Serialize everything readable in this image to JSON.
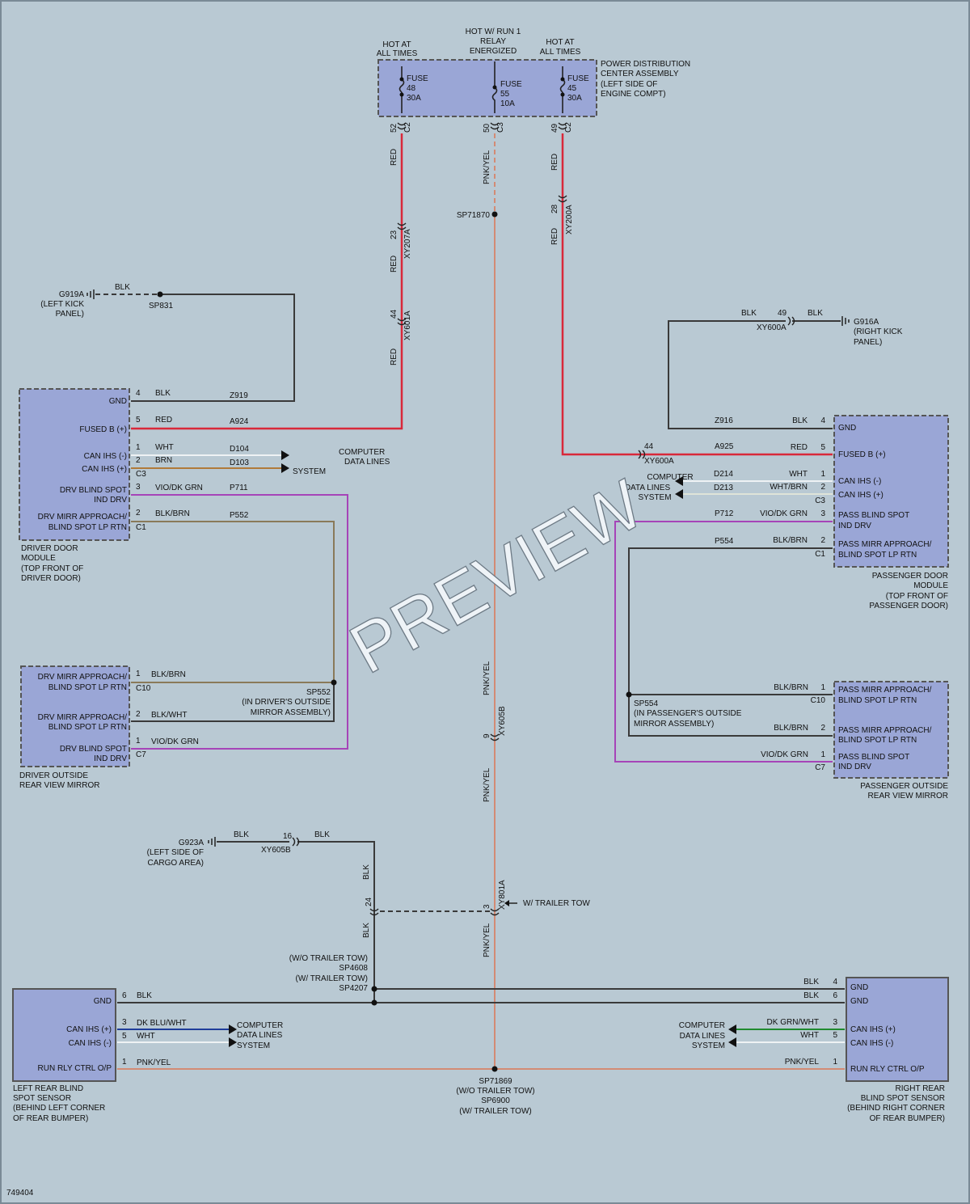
{
  "diagram": {
    "figure_id": "749404",
    "watermark": "PREVIEW",
    "pdc": {
      "label": [
        "POWER DISTRIBUTION",
        "CENTER ASSEMBLY",
        "(LEFT SIDE OF",
        "ENGINE COMPT)"
      ],
      "header_left": [
        "HOT AT",
        "ALL TIMES"
      ],
      "header_center": [
        "HOT W/ RUN 1",
        "RELAY",
        "ENERGIZED"
      ],
      "header_right": [
        "HOT AT",
        "ALL TIMES"
      ],
      "fuse_left": [
        "FUSE",
        "48",
        "30A"
      ],
      "fuse_center": [
        "FUSE",
        "55",
        "10A"
      ],
      "fuse_right": [
        "FUSE",
        "45",
        "30A"
      ],
      "pin_left": "52",
      "conn_left": "C2",
      "pin_center": "50",
      "conn_center": "C3",
      "pin_right": "49",
      "conn_right": "C2"
    },
    "vertical_wires": {
      "left_red_1": "RED",
      "left_red_2": "RED",
      "left_red_3": "RED",
      "xy207a_pin": "23",
      "xy207a": "XY207A",
      "xy601a_pin": "44",
      "xy601a": "XY601A",
      "center_pnk_1": "PNK/YEL",
      "center_pnk_2": "PNK/YEL",
      "center_pnk_3": "PNK/YEL",
      "center_pnk_4": "PNK/YEL",
      "sp71870": "SP71870",
      "right_red_1": "RED",
      "right_red_2": "RED",
      "xy200a_pin": "28",
      "xy200a": "XY200A",
      "xy605b_pin": "9",
      "xy605b": "XY605B",
      "xy801a_pin": "3",
      "xy801a": "XY801A",
      "trailer_tow": "W/ TRAILER TOW"
    },
    "g919a": {
      "label": [
        "G919A",
        "(LEFT KICK",
        "PANEL)"
      ],
      "wire": "BLK",
      "splice": "SP831"
    },
    "g916a": {
      "label": [
        "G916A",
        "(RIGHT KICK",
        "PANEL)"
      ],
      "wire_left": "BLK",
      "wire_right": "BLK",
      "pin": "49",
      "conn": "XY600A"
    },
    "driver_door": {
      "label": [
        "DRIVER DOOR",
        "MODULE",
        "(TOP FRONT OF",
        "DRIVER DOOR)"
      ],
      "gnd": "GND",
      "fused_b": "FUSED B (+)",
      "can_minus": "CAN IHS (-)",
      "can_plus": "CAN IHS (+)",
      "blind_spot": [
        "DRV BLIND SPOT",
        "IND DRV"
      ],
      "mirr_approach": [
        "DRV MIRR APPROACH/",
        "BLIND SPOT LP RTN"
      ],
      "pin_gnd": "4",
      "color_gnd": "BLK",
      "circ_gnd": "Z919",
      "pin_fused": "5",
      "color_fused": "RED",
      "circ_fused": "A924",
      "pin_can_m": "1",
      "color_can_m": "WHT",
      "circ_can_m": "D104",
      "pin_can_p": "2",
      "color_can_p": "BRN",
      "circ_can_p": "D103",
      "conn_c3": "C3",
      "pin_bs": "3",
      "color_bs": "VIO/DK GRN",
      "circ_bs": "P711",
      "pin_ma": "2",
      "color_ma": "BLK/BRN",
      "circ_ma": "P552",
      "conn_c1": "C1",
      "data_lines": [
        "COMPUTER",
        "DATA LINES"
      ],
      "system": "SYSTEM"
    },
    "driver_mirror": {
      "label": [
        "DRIVER OUTSIDE",
        "REAR VIEW MIRROR"
      ],
      "mirr_approach_1": [
        "DRV MIRR APPROACH/",
        "BLIND SPOT LP RTN"
      ],
      "mirr_approach_2": [
        "DRV MIRR APPROACH/",
        "BLIND SPOT LP RTN"
      ],
      "blind_spot": [
        "DRV BLIND SPOT",
        "IND DRV"
      ],
      "pin_1": "1",
      "color_1": "BLK/BRN",
      "conn_c10": "C10",
      "pin_2": "2",
      "color_2": "BLK/WHT",
      "pin_3": "1",
      "color_3": "VIO/DK GRN",
      "conn_c7": "C7",
      "splice": [
        "SP552",
        "(IN DRIVER'S OUTSIDE",
        "MIRROR ASSEMBLY)"
      ]
    },
    "passenger_door": {
      "label": [
        "PASSENGER DOOR",
        "MODULE",
        "(TOP FRONT OF",
        "PASSENGER DOOR)"
      ],
      "gnd": "GND",
      "fused_b": "FUSED B (+)",
      "can_minus": "CAN IHS (-)",
      "can_plus": "CAN IHS (+)",
      "blind_spot": [
        "PASS BLIND SPOT",
        "IND DRV"
      ],
      "mirr_approach": [
        "PASS MIRR APPROACH/",
        "BLIND SPOT LP RTN"
      ],
      "pin_gnd": "4",
      "color_gnd": "BLK",
      "circ_gnd": "Z916",
      "pin_fused": "5",
      "color_fused": "RED",
      "circ_fused": "A925",
      "xy600a_pin": "44",
      "xy600a": "XY600A",
      "pin_can_m": "1",
      "color_can_m": "WHT",
      "circ_can_m": "D214",
      "pin_can_p": "2",
      "color_can_p": "WHT/BRN",
      "circ_can_p": "D213",
      "conn_c3": "C3",
      "pin_bs": "3",
      "color_bs": "VIO/DK GRN",
      "circ_bs": "P712",
      "pin_ma": "2",
      "color_ma": "BLK/BRN",
      "circ_ma": "P554",
      "conn_c1": "C1",
      "data_lines": [
        "COMPUTER",
        "DATA LINES",
        "SYSTEM"
      ]
    },
    "passenger_mirror": {
      "label": [
        "PASSENGER OUTSIDE",
        "REAR VIEW MIRROR"
      ],
      "mirr_approach_1": [
        "PASS MIRR APPROACH/",
        "BLIND SPOT LP RTN"
      ],
      "mirr_approach_2": [
        "PASS MIRR APPROACH/",
        "BLIND SPOT LP RTN"
      ],
      "blind_spot": [
        "PASS BLIND SPOT",
        "IND DRV"
      ],
      "pin_1": "1",
      "color_1": "BLK/BRN",
      "conn_c10": "C10",
      "pin_2": "2",
      "color_2": "BLK/BRN",
      "pin_3": "1",
      "color_3": "VIO/DK GRN",
      "conn_c7": "C7",
      "splice": [
        "SP554",
        "(IN PASSENGER'S OUTSIDE",
        "MIRROR ASSEMBLY)"
      ]
    },
    "g923a": {
      "label": [
        "G923A",
        "(LEFT SIDE OF",
        "CARGO AREA)"
      ],
      "wire_left": "BLK",
      "wire_right": "BLK",
      "pin": "16",
      "conn": "XY605B",
      "vert_1": "BLK",
      "vert_2": "BLK",
      "pin_24": "24"
    },
    "sp4608": [
      "(W/O TRAILER TOW)",
      "SP4608",
      "(W/ TRAILER TOW)",
      "SP4207"
    ],
    "sp71869": [
      "SP71869",
      "(W/O TRAILER TOW)",
      "SP6900",
      "(W/ TRAILER TOW)"
    ],
    "left_rear": {
      "label": [
        "LEFT REAR BLIND",
        "SPOT SENSOR",
        "(BEHIND LEFT CORNER",
        "OF REAR BUMPER)"
      ],
      "gnd": "GND",
      "can_plus": "CAN IHS (+)",
      "can_minus": "CAN IHS (-)",
      "run_rly": "RUN RLY CTRL O/P",
      "pin_gnd": "6",
      "color_gnd": "BLK",
      "pin_can_p": "3",
      "color_can_p": "DK BLU/WHT",
      "pin_can_m": "5",
      "color_can_m": "WHT",
      "pin_run": "1",
      "color_run": "PNK/YEL",
      "data_lines": [
        "COMPUTER",
        "DATA LINES",
        "SYSTEM"
      ]
    },
    "right_rear": {
      "label": [
        "RIGHT REAR",
        "BLIND SPOT SENSOR",
        "(BEHIND RIGHT CORNER",
        "OF REAR BUMPER)"
      ],
      "gnd_1": "GND",
      "gnd_2": "GND",
      "can_plus": "CAN IHS (+)",
      "can_minus": "CAN IHS (-)",
      "run_rly": "RUN RLY CTRL O/P",
      "pin_gnd_1": "4",
      "color_gnd_1": "BLK",
      "pin_gnd_2": "6",
      "color_gnd_2": "BLK",
      "pin_can_p": "3",
      "color_can_p": "DK GRN/WHT",
      "pin_can_m": "5",
      "color_can_m": "WHT",
      "pin_run": "1",
      "color_run": "PNK/YEL",
      "data_lines": [
        "COMPUTER",
        "DATA LINES",
        "SYSTEM"
      ]
    }
  }
}
